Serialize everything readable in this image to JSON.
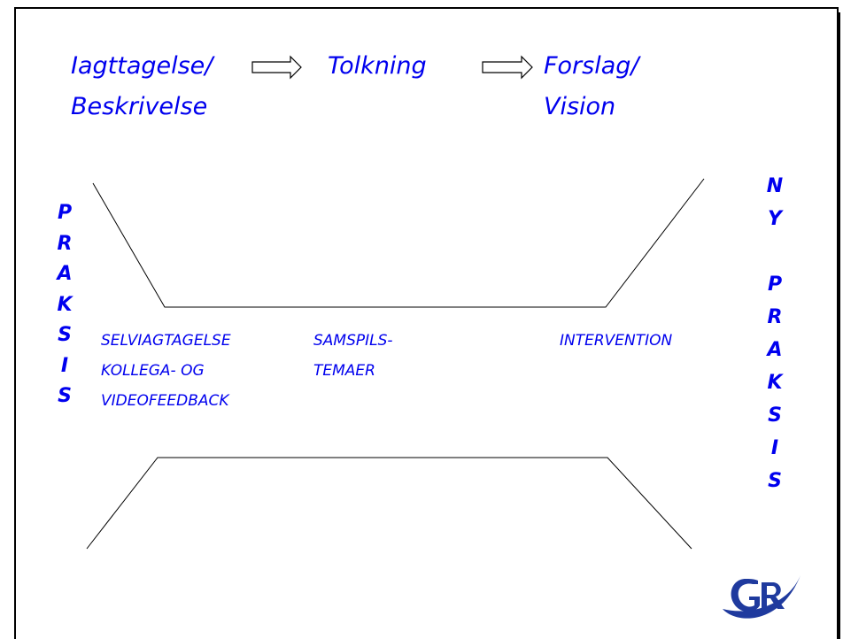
{
  "header": {
    "step1": [
      "Iagttagelse/",
      "Beskrivelse"
    ],
    "step2": [
      "Tolkning"
    ],
    "step3": [
      "Forslag/",
      "Vision"
    ]
  },
  "left_vertical": [
    "P",
    "R",
    "A",
    "K",
    "S",
    "I",
    "S"
  ],
  "right_vertical": [
    "N",
    "Y",
    "",
    "P",
    "R",
    "A",
    "K",
    "S",
    "I",
    "S"
  ],
  "labels": {
    "col1": [
      "SELVIAGTAGELSE",
      "KOLLEGA- OG",
      "VIDEOFEEDBACK"
    ],
    "col2": [
      "SAMSPILS-",
      "TEMAER"
    ],
    "col3": [
      "INTERVENTION"
    ]
  },
  "logo": {
    "text": "GR"
  },
  "colors": {
    "text": "#0000ee",
    "logo": "#1f3a9e",
    "lines": "#000000"
  }
}
